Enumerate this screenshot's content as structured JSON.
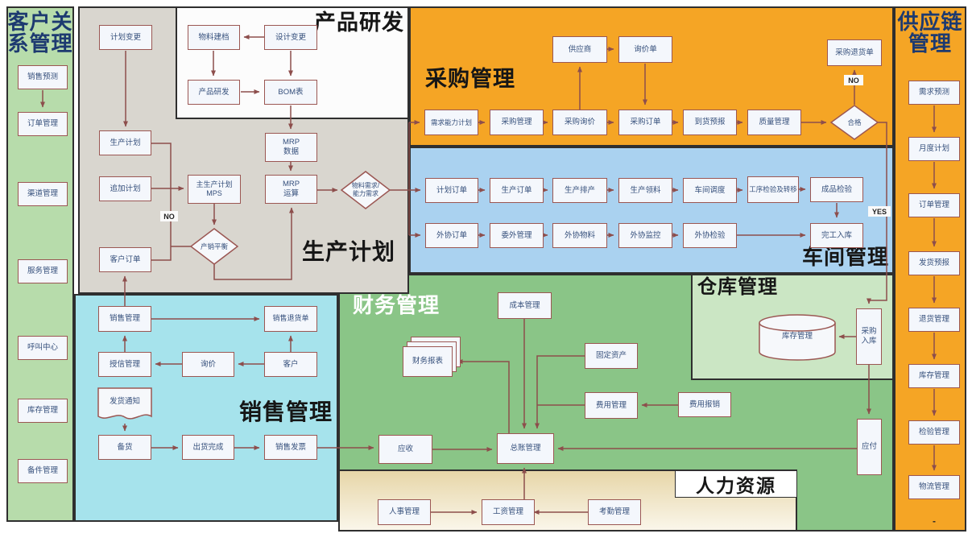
{
  "regions": {
    "crm": {
      "title": "客户关\n系管理",
      "items": [
        "销售预测",
        "订单管理",
        "渠道管理",
        "服务管理",
        "呼叫中心",
        "库存管理",
        "备件管理"
      ]
    },
    "scm": {
      "title": "供应链\n管理",
      "items": [
        "需求预测",
        "月度计划",
        "订单管理",
        "发货预报",
        "退货管理",
        "库存管理",
        "检验管理",
        "物流管理"
      ],
      "dash": "-"
    },
    "product_rd": {
      "title": "产品研发",
      "nodes": {
        "material_archive": "物料建档",
        "design_change": "设计变更",
        "product_rd": "产品研发",
        "bom": "BOM表"
      }
    },
    "production_plan": {
      "title": "生产计划",
      "nodes": {
        "plan_change": "计划变更",
        "production_plan": "生产计划",
        "additional_plan": "追加计划",
        "mps": "主生产计划\nMPS",
        "customer_order": "客户订单",
        "balance": "产销平衡",
        "mrp_data": "MRP\n数据",
        "mrp_calc": "MRP\n运算",
        "material_demand": "物料需求/\n能力需求",
        "no_label": "NO"
      }
    },
    "purchasing": {
      "title": "采购管理",
      "nodes": {
        "demand_capacity": "需求能力计划",
        "purchase_mgmt": "采购管理",
        "purchase_inquiry": "采购询价",
        "purchase_order": "采购订单",
        "arrival_forecast": "到货预报",
        "quality_mgmt": "质量管理",
        "supplier": "供应商",
        "inquiry_form": "询价单",
        "purchase_return": "采购退货单",
        "qualified": "合格",
        "no_label": "NO",
        "yes_label": "YES"
      }
    },
    "workshop": {
      "title": "车间管理",
      "nodes": {
        "planned_order": "计划订单",
        "production_order": "生产订单",
        "production_scheduling": "生产排产",
        "material_requisition": "生产领料",
        "workshop_dispatch": "车间调度",
        "process_inspection": "工序检验及转移",
        "finished_inspection": "成品检验",
        "outsourcing_order": "外协订单",
        "outsourcing_mgmt": "委外管理",
        "outsourcing_material": "外协物料",
        "outsourcing_monitor": "外协监控",
        "outsourcing_inspection": "外协检验",
        "completion_storage": "完工入库"
      }
    },
    "warehouse": {
      "title": "仓库管理",
      "nodes": {
        "inventory": "库存管理",
        "purchase_in": "采购\n入库"
      }
    },
    "finance": {
      "title": "财务管理",
      "nodes": {
        "cost": "成本管理",
        "reports": "财务报表",
        "fixed_assets": "固定资产",
        "expense": "费用管理",
        "reimburse": "费用报销",
        "receivable": "应收",
        "ledger": "总账管理",
        "payable": "应付"
      }
    },
    "sales": {
      "title": "销售管理",
      "nodes": {
        "sales_mgmt": "销售管理",
        "sales_return": "销售退货单",
        "credit": "授信管理",
        "inquiry": "询价",
        "customer": "客户",
        "ship_notice": "发货通知",
        "stock_prep": "备货",
        "ship_done": "出货完成",
        "invoice": "销售发票"
      }
    },
    "hr": {
      "title": "人力资源",
      "nodes": {
        "personnel": "人事管理",
        "payroll": "工资管理",
        "attendance": "考勤管理"
      }
    }
  },
  "colors": {
    "crm_bg": "#b7dcab",
    "scm_bg": "#f5a525",
    "purchasing_bg": "#f5a525",
    "workshop_bg": "#aad2f0",
    "production_bg": "#d9d6cf",
    "finance_bg": "#8ac587",
    "warehouse_bg": "#cbe6c4",
    "sales_bg": "#a6e3ec",
    "node_border": "#9b5753",
    "arrow": "#8d4e4c",
    "sidebar_title": "#1d3a70"
  }
}
